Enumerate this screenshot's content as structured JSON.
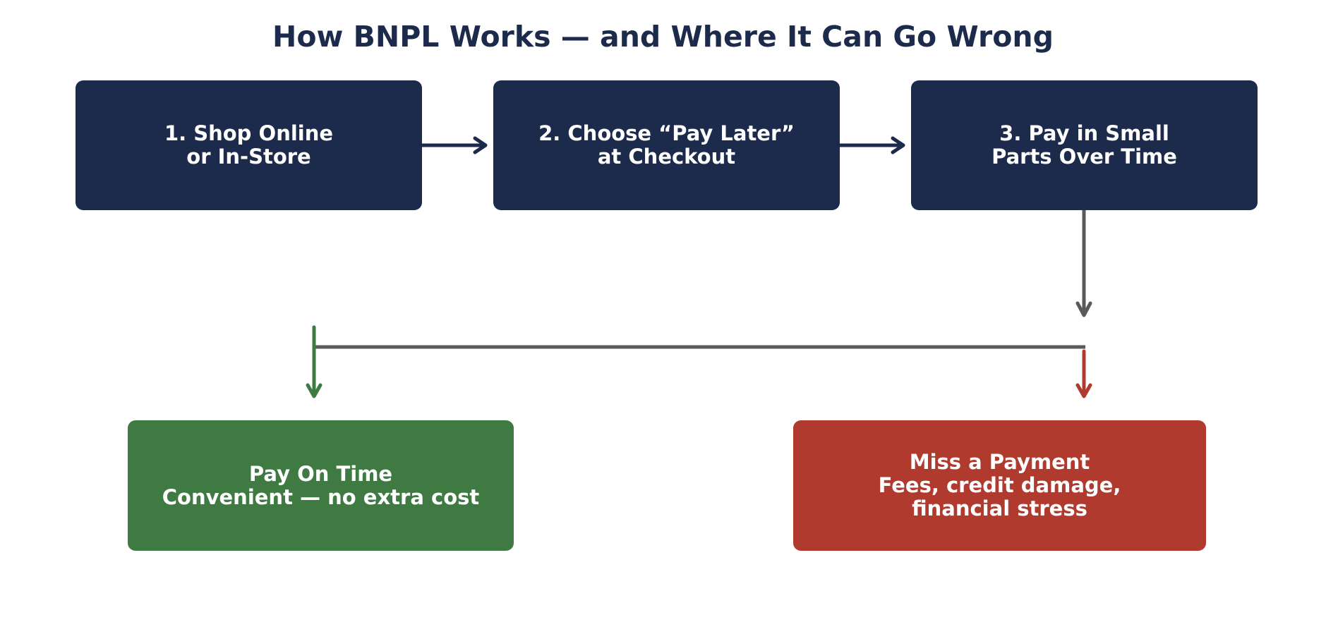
{
  "title": "How BNPL Works — and Where It Can Go Wrong",
  "steps": [
    {
      "line1": "1. Shop Online",
      "line2": "or In-Store"
    },
    {
      "line1": "2. Choose “Pay Later”",
      "line2": "at Checkout"
    },
    {
      "line1": "3. Pay in Small",
      "line2": "Parts Over Time"
    }
  ],
  "outcomes": {
    "good": {
      "line1": "Pay On Time",
      "line2": "Convenient — no extra cost"
    },
    "bad": {
      "line1": "Miss a Payment",
      "line2": "Fees, credit damage,",
      "line3": "financial stress"
    }
  },
  "colors": {
    "navy": "#1c2a4b",
    "green": "#3f7a43",
    "red": "#b03a2e",
    "gray": "#5a5a5a"
  }
}
